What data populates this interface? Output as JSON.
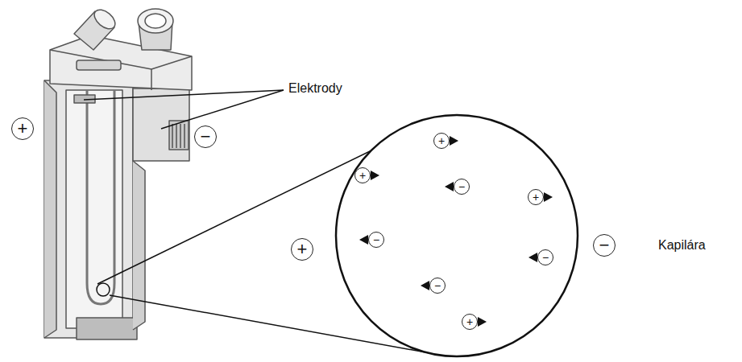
{
  "diagram": {
    "nodes": [
      {
        "text": [
          "+"
        ]
      },
      {
        "text": [
          "−"
        ]
      },
      {
        "text": [
          "+"
        ]
      },
      {
        "text": [
          "−"
        ]
      },
      {
        "text": [
          "+"
        ]
      },
      {
        "text": [
          "+"
        ]
      },
      {
        "text": [
          "−"
        ]
      },
      {
        "text": [
          "+"
        ]
      },
      {
        "text": [
          "−"
        ]
      },
      {
        "text": [
          "−"
        ]
      },
      {
        "text": [
          "−"
        ]
      },
      {
        "text": [
          "+"
        ]
      }
    ],
    "labels": [
      "Elektrody",
      "Kapilára"
    ]
  }
}
